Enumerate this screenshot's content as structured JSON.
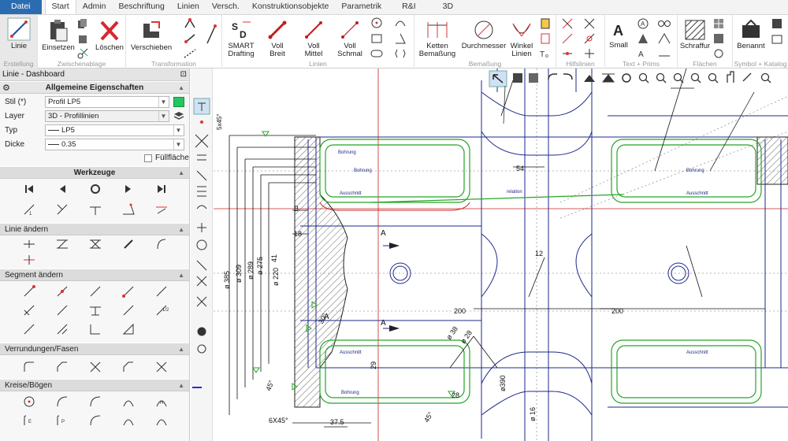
{
  "tabs": [
    "Datei",
    "Start",
    "Admin",
    "Beschriftung",
    "Linien",
    "Versch.",
    "Konstruktionsobjekte",
    "Parametrik",
    "R&I",
    "3D"
  ],
  "ribbon": {
    "linie": "Linie",
    "groups": {
      "erstellung": "Erstellung",
      "zwischenablage": "Zwischenablage",
      "transformation": "Transformation",
      "linien": "Linien",
      "bemassung": "Bemaßung",
      "hilfslinien": "Hilfslinien",
      "text_prims": "Text + Prims",
      "flaechen": "Flächen",
      "symbol_katalog": "Symbol + Katalog"
    },
    "buttons": {
      "einsetzen": "Einsetzen",
      "loeschen": "Löschen",
      "verschieben": "Verschieben",
      "smart_1": "SMART",
      "smart_2": "Drafting",
      "voll_breit_1": "Voll",
      "voll_breit_2": "Breit",
      "voll_mittel_1": "Voll",
      "voll_mittel_2": "Mittel",
      "voll_schmal_1": "Voll",
      "voll_schmal_2": "Schmal",
      "ketten_1": "Ketten",
      "ketten_2": "Bemaßung",
      "durchmesser": "Durchmesser",
      "winkel_1": "Winkel",
      "winkel_2": "Linien",
      "small": "Small",
      "schraffur": "Schraffur",
      "benannt": "Benannt"
    }
  },
  "panel": {
    "title": "Linie - Dashboard",
    "allgemeine": "Allgemeine Eigenschaften",
    "stil_label": "Stil (*)",
    "stil_value": "Profil LP5",
    "layer_label": "Layer",
    "layer_value": "3D - Profillinien",
    "typ_label": "Typ",
    "typ_value": "LP5",
    "dicke_label": "Dicke",
    "dicke_value": "0.35",
    "fuellflaeche": "Füllfläche",
    "werkzeuge": "Werkzeuge",
    "linie_aendern": "Linie ändern",
    "segment_aendern": "Segment ändern",
    "verrundungen": "Verrundungen/Fasen",
    "kreise": "Kreise/Bögen",
    "swatch_color": "#22c55e"
  },
  "drawing": {
    "dims": {
      "d54": "54",
      "d200a": "200",
      "d200b": "200",
      "d37": "37.5",
      "d6x45": "6X45°",
      "d45a": "45°",
      "d45b": "45°",
      "d5x45": "5x45°",
      "d30": "30°",
      "phi385": "ø 385",
      "phi309": "ø 309",
      "phi289": "ø 289",
      "phi275": "ø 275",
      "phi220": "ø 220",
      "phi38": "ø 38",
      "phi28": "ø 28",
      "phi390": "ø390",
      "phi16": "ø 16",
      "d18": "18",
      "dB": "B",
      "d29": "29",
      "d28": "28",
      "d41": "41",
      "d12": "12"
    },
    "labels": {
      "ausschnitt": "Ausschnitt",
      "bohrung": "Bohrung",
      "schnitt_a": "A",
      "relation": "relation"
    }
  }
}
